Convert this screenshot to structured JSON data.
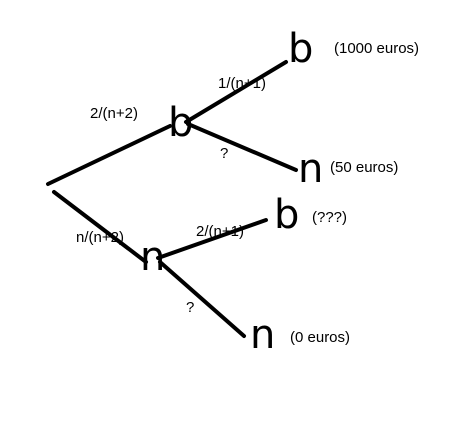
{
  "tree": {
    "edges": {
      "root_to_b": {
        "probability": "2/(n+2)"
      },
      "root_to_n": {
        "probability": "n/(n+2)"
      },
      "b_to_b": {
        "probability": "1/(n+1)"
      },
      "b_to_n": {
        "probability": "?"
      },
      "n_to_b": {
        "probability": "2/(n+1)"
      },
      "n_to_n": {
        "probability": "?"
      }
    },
    "nodes": {
      "first_b": {
        "label": "b"
      },
      "first_n": {
        "label": "n"
      },
      "leaf_bb": {
        "label": "b",
        "payoff": "(1000 euros)"
      },
      "leaf_bn": {
        "label": "n",
        "payoff": "(50 euros)"
      },
      "leaf_nb": {
        "label": "b",
        "payoff": "(???)"
      },
      "leaf_nn": {
        "label": "n",
        "payoff": "(0 euros)"
      }
    },
    "colors": {
      "ink": "#000000",
      "background": "#ffffff"
    }
  }
}
